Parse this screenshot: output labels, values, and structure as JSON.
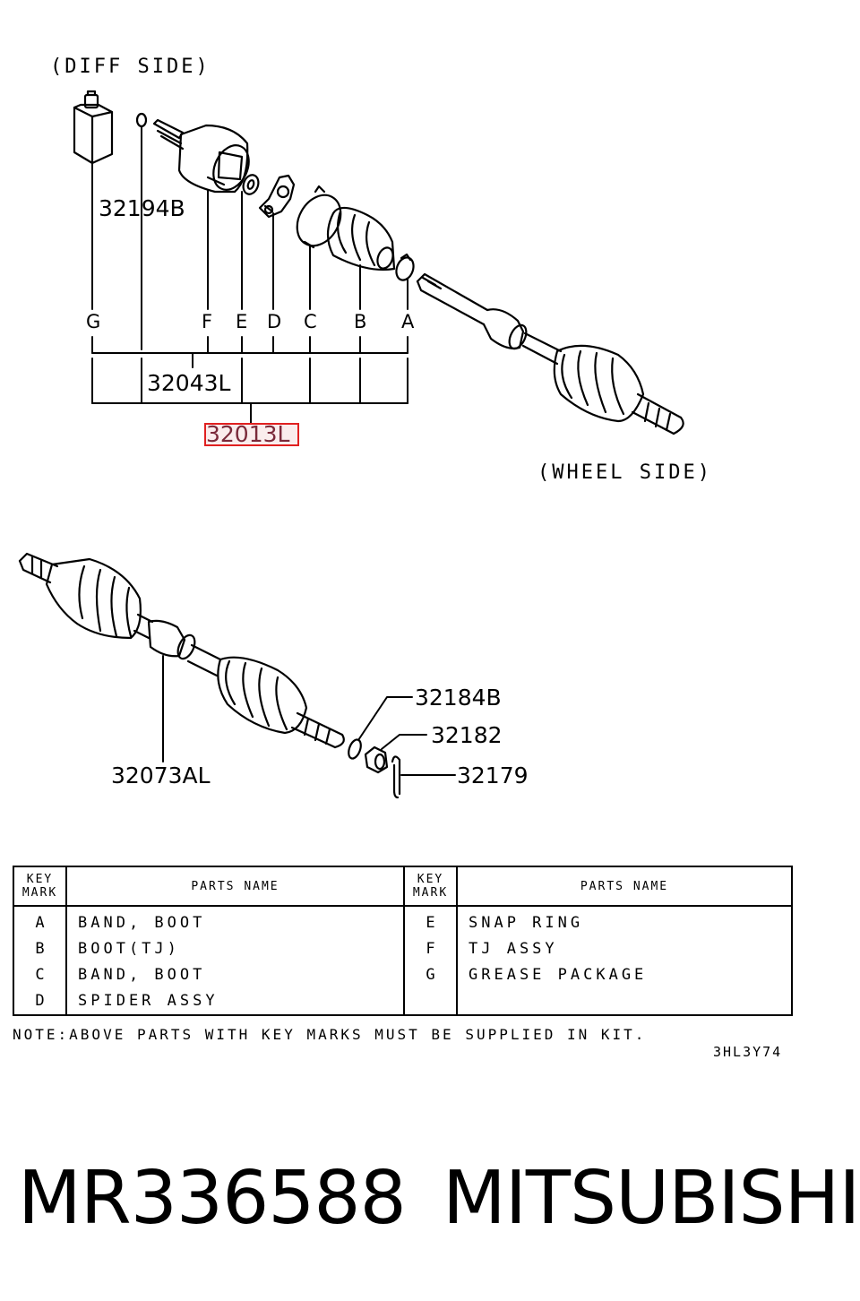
{
  "diagram": {
    "diff_side": "(DIFF SIDE)",
    "wheel_side": "(WHEEL SIDE)",
    "part_numbers": {
      "grease": "32194B",
      "kit": "32043L",
      "assy": "32013L",
      "shaft": "32073AL",
      "washer": "32184B",
      "nut": "32182",
      "pin": "32179"
    },
    "key_marks": [
      "G",
      "F",
      "E",
      "D",
      "C",
      "B",
      "A"
    ],
    "highlight_color": "#e02020"
  },
  "table": {
    "header": {
      "key_mark": [
        "KEY",
        "MARK"
      ],
      "parts_name": "PARTS NAME"
    },
    "left": [
      {
        "key": "A",
        "name": "BAND, BOOT"
      },
      {
        "key": "B",
        "name": "BOOT(TJ)"
      },
      {
        "key": "C",
        "name": "BAND, BOOT"
      },
      {
        "key": "D",
        "name": "SPIDER ASSY"
      }
    ],
    "right": [
      {
        "key": "E",
        "name": "SNAP RING"
      },
      {
        "key": "F",
        "name": "TJ ASSY"
      },
      {
        "key": "G",
        "name": "GREASE PACKAGE"
      }
    ]
  },
  "note": "NOTE:ABOVE PARTS WITH KEY MARKS MUST BE SUPPLIED IN KIT.",
  "drawing_code": "3HL3Y74",
  "footer": {
    "part_number": "MR336588",
    "brand": "MITSUBISHI"
  }
}
